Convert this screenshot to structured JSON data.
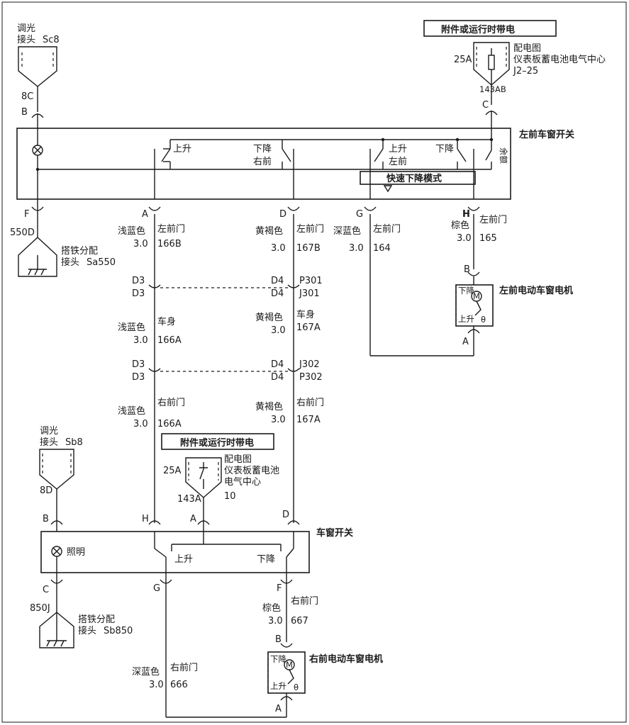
{
  "top_left_dimmer": {
    "title_l1": "调光",
    "title_l2": "接头",
    "code": "Sc8",
    "pin": "8C"
  },
  "top_right_power": {
    "banner": "附件或运行时带电",
    "fuse_amp": "25A",
    "fuse_l1": "配电图",
    "fuse_l2": "仪表板蓄电池电气中心",
    "fuse_l3": "J2–25",
    "circuit": "143AB"
  },
  "lf_switch": {
    "title": "左前车窗开关",
    "up_label": "上升",
    "down_label": "下降",
    "rf_label": "右前",
    "up2_label": "上升",
    "lf_label": "左前",
    "down2_label": "下降",
    "vertical_label": "余额",
    "express_mode": "快速下降模式",
    "pin_B": "B",
    "pin_C": "C",
    "pin_F": "F",
    "pin_A": "A",
    "pin_D": "D",
    "pin_G": "G",
    "pin_H": "H"
  },
  "ground_top": {
    "circuit": "550D",
    "l1": "搭铁分配",
    "l2": "接头",
    "code": "Sa550"
  },
  "wire_166B": {
    "color": "浅蓝色",
    "area": "左前门",
    "gauge": "3.0",
    "num": "166B"
  },
  "wire_167B": {
    "color": "黄褐色",
    "area": "左前门",
    "gauge": "3.0",
    "num": "167B"
  },
  "wire_164": {
    "color": "深蓝色",
    "area": "左前门",
    "gauge": "3.0",
    "num": "164"
  },
  "wire_165": {
    "color": "棕色",
    "area": "左前门",
    "gauge": "3.0",
    "num": "165"
  },
  "conn_1": {
    "left_top": "D3",
    "left_bot": "D3",
    "right_top": "D4",
    "right_bot": "D4",
    "p": "P301",
    "j": "J301"
  },
  "wire_166A_body": {
    "color": "浅蓝色",
    "area": "车身",
    "gauge": "3.0",
    "num": "166A"
  },
  "wire_167A_body": {
    "color": "黄褐色",
    "area": "车身",
    "gauge": "3.0",
    "num": "167A"
  },
  "conn_2": {
    "left_top": "D3",
    "left_bot": "D3",
    "right_top": "D4",
    "right_bot": "D4",
    "j": "J302",
    "p": "P302"
  },
  "wire_166A_rf": {
    "color": "浅蓝色",
    "area": "右前门",
    "gauge": "3.0",
    "num": "166A"
  },
  "wire_167A_rf": {
    "color": "黄褐色",
    "area": "右前门",
    "gauge": "3.0",
    "num": "167A"
  },
  "lf_motor": {
    "title": "左前电动车窗电机",
    "down": "下降",
    "up": "上升",
    "m": "M",
    "pin_B": "B",
    "pin_A": "A"
  },
  "mid_dimmer": {
    "title_l1": "调光",
    "title_l2": "接头",
    "code": "Sb8",
    "pin": "8D"
  },
  "mid_power": {
    "banner": "附件或运行时带电",
    "fuse_amp": "25A",
    "fuse_l1": "配电图",
    "fuse_l2": "仪表板蓄电池",
    "fuse_l3": "电气中心",
    "fuse_num": "10",
    "circuit": "143A"
  },
  "rf_switch": {
    "title": "车窗开关",
    "lamp_label": "照明",
    "up_label": "上升",
    "down_label": "下降",
    "pin_B": "B",
    "pin_H": "H",
    "pin_A": "A",
    "pin_D": "D",
    "pin_C": "C",
    "pin_G": "G",
    "pin_F": "F"
  },
  "ground_bottom": {
    "circuit": "850J",
    "l1": "搭铁分配",
    "l2": "接头",
    "code": "Sb850"
  },
  "wire_667": {
    "color": "棕色",
    "area": "右前门",
    "gauge": "3.0",
    "num": "667"
  },
  "wire_666": {
    "color": "深蓝色",
    "area": "右前门",
    "gauge": "3.0",
    "num": "666"
  },
  "rf_motor": {
    "title": "右前电动车窗电机",
    "down": "下降",
    "up": "上升",
    "m": "M",
    "pin_B": "B",
    "pin_A": "A"
  }
}
